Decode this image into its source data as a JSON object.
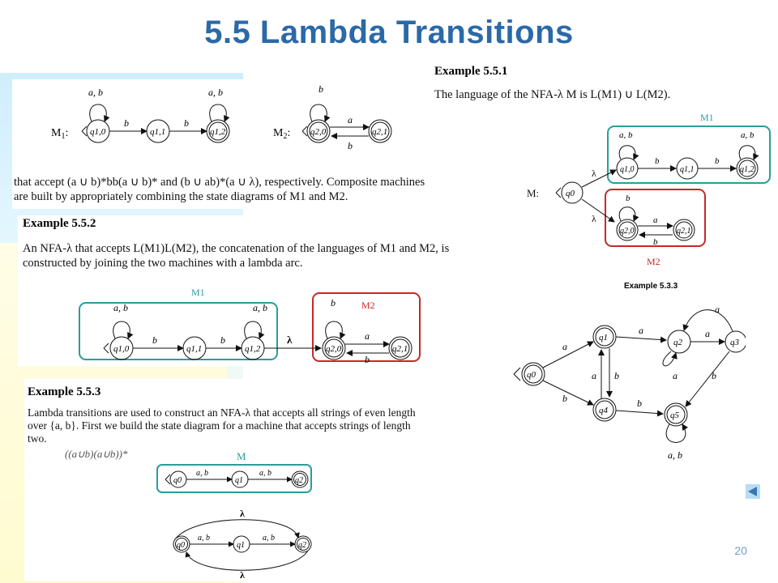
{
  "slide": {
    "title": "5.5  Lambda Transitions",
    "page_number": "20"
  },
  "machines_top": {
    "m1_label": "M",
    "m1_sub": "1",
    "m2_label": "M",
    "m2_sub": "2",
    "loop_ab": "a, b",
    "b": "b",
    "a": "a"
  },
  "intro_text": {
    "line1": "that accept (a ∪ b)*bb(a ∪ b)* and (b ∪ ab)*(a ∪ λ), respectively. Composite machines",
    "line2": "are built by appropriately combining the state diagrams of M1 and M2."
  },
  "example_551": {
    "heading": "Example 5.5.1",
    "text": "The language of the NFA-λ M is L(M1) ∪ L(M2).",
    "machine_label": "M:",
    "m1_tag": "M1",
    "m2_tag": "M2"
  },
  "example_552": {
    "heading": "Example 5.5.2",
    "line1": "An NFA-λ that accepts L(M1)L(M2), the concatenation of the languages of M1 and M2, is",
    "line2": "constructed by joining the two machines with a lambda arc.",
    "m1_tag": "M1",
    "m2_tag": "M2"
  },
  "example_553": {
    "heading": "Example 5.5.3",
    "line1": "Lambda transitions are used to construct an NFA-λ that accepts all strings of even length",
    "line2": "over {a, b}. First we build the state diagram for a machine that accepts strings of length",
    "line3": "two.",
    "handwritten": "((a∪b)(a∪b))*",
    "m_tag": "M",
    "lambda": "λ"
  },
  "example_533": {
    "heading": "Example 5.3.3"
  },
  "states": {
    "q0": "q0",
    "q1": "q1",
    "q2": "q2",
    "q3": "q3",
    "q4": "q4",
    "q5": "q5",
    "q10": "q1,0",
    "q11": "q1,1",
    "q12": "q1,2",
    "q20": "q2,0",
    "q21": "q2,1"
  },
  "colors": {
    "title": "#2b69a7",
    "teal": "#2a9d9a",
    "red": "#c62828"
  }
}
